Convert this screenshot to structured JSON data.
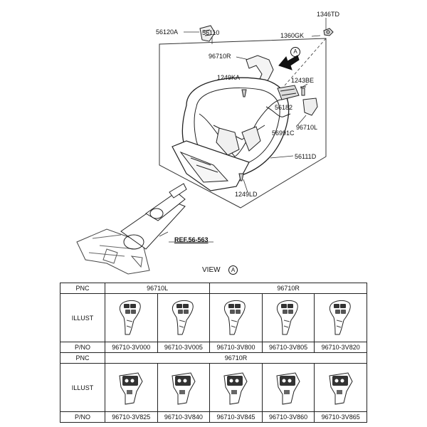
{
  "callouts": {
    "c56120A": "56120A",
    "c56110": "56110",
    "c1346TD": "1346TD",
    "c1360GK": "1360GK",
    "c96710R": "96710R",
    "c1249KA": "1249KA",
    "c1243BE": "1243BE",
    "c56182": "56182",
    "c56991C": "56991C",
    "c96710L": "96710L",
    "c56111D": "56111D",
    "c1249LD": "1249LD",
    "ref": "REF.56-563",
    "view_marker": "A"
  },
  "view": {
    "heading": "VIEW",
    "marker": "A"
  },
  "table": {
    "pnc_label": "PNC",
    "illust_label": "ILLUST",
    "pno_label": "P/NO",
    "block1": {
      "groups": [
        "96710L",
        "96710R"
      ],
      "parts": [
        "96710-3V000",
        "96710-3V005",
        "96710-3V800",
        "96710-3V805",
        "96710-3V820"
      ]
    },
    "block2": {
      "groups": [
        "96710R"
      ],
      "parts": [
        "96710-3V825",
        "96710-3V840",
        "96710-3V845",
        "96710-3V860",
        "96710-3V865"
      ]
    }
  }
}
